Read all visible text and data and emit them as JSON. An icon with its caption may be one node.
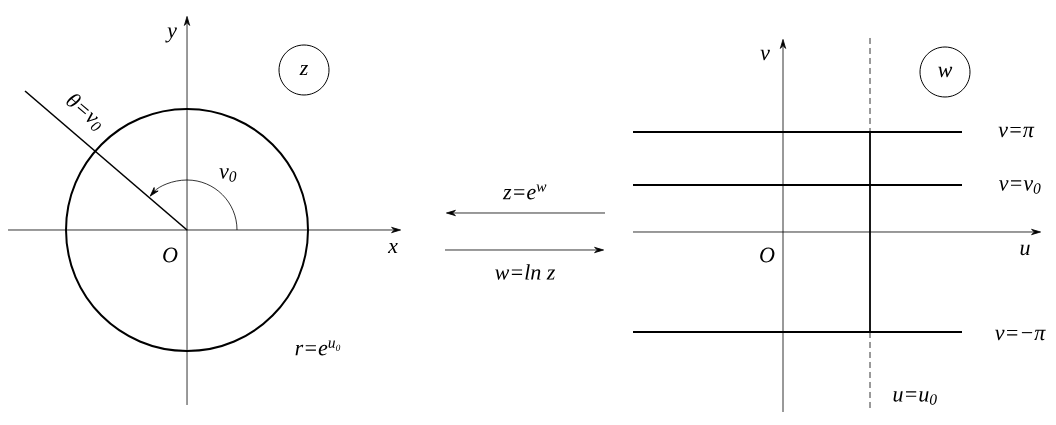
{
  "diagram": {
    "nodes": [
      {
        "text": [
          "z"
        ]
      },
      {
        "text": [
          "w"
        ]
      }
    ],
    "edges": [],
    "labels": [
      "y",
      "θ=v$_{0}$",
      "v$_{0}$",
      "O",
      "x",
      "r=e$^{u₀}$",
      "z=e$^{w}$",
      "w=ln z",
      "v",
      "v=π",
      "v=v$_{0}$",
      "O",
      "u",
      "v=−π",
      "u=u$_{0}$"
    ]
  }
}
